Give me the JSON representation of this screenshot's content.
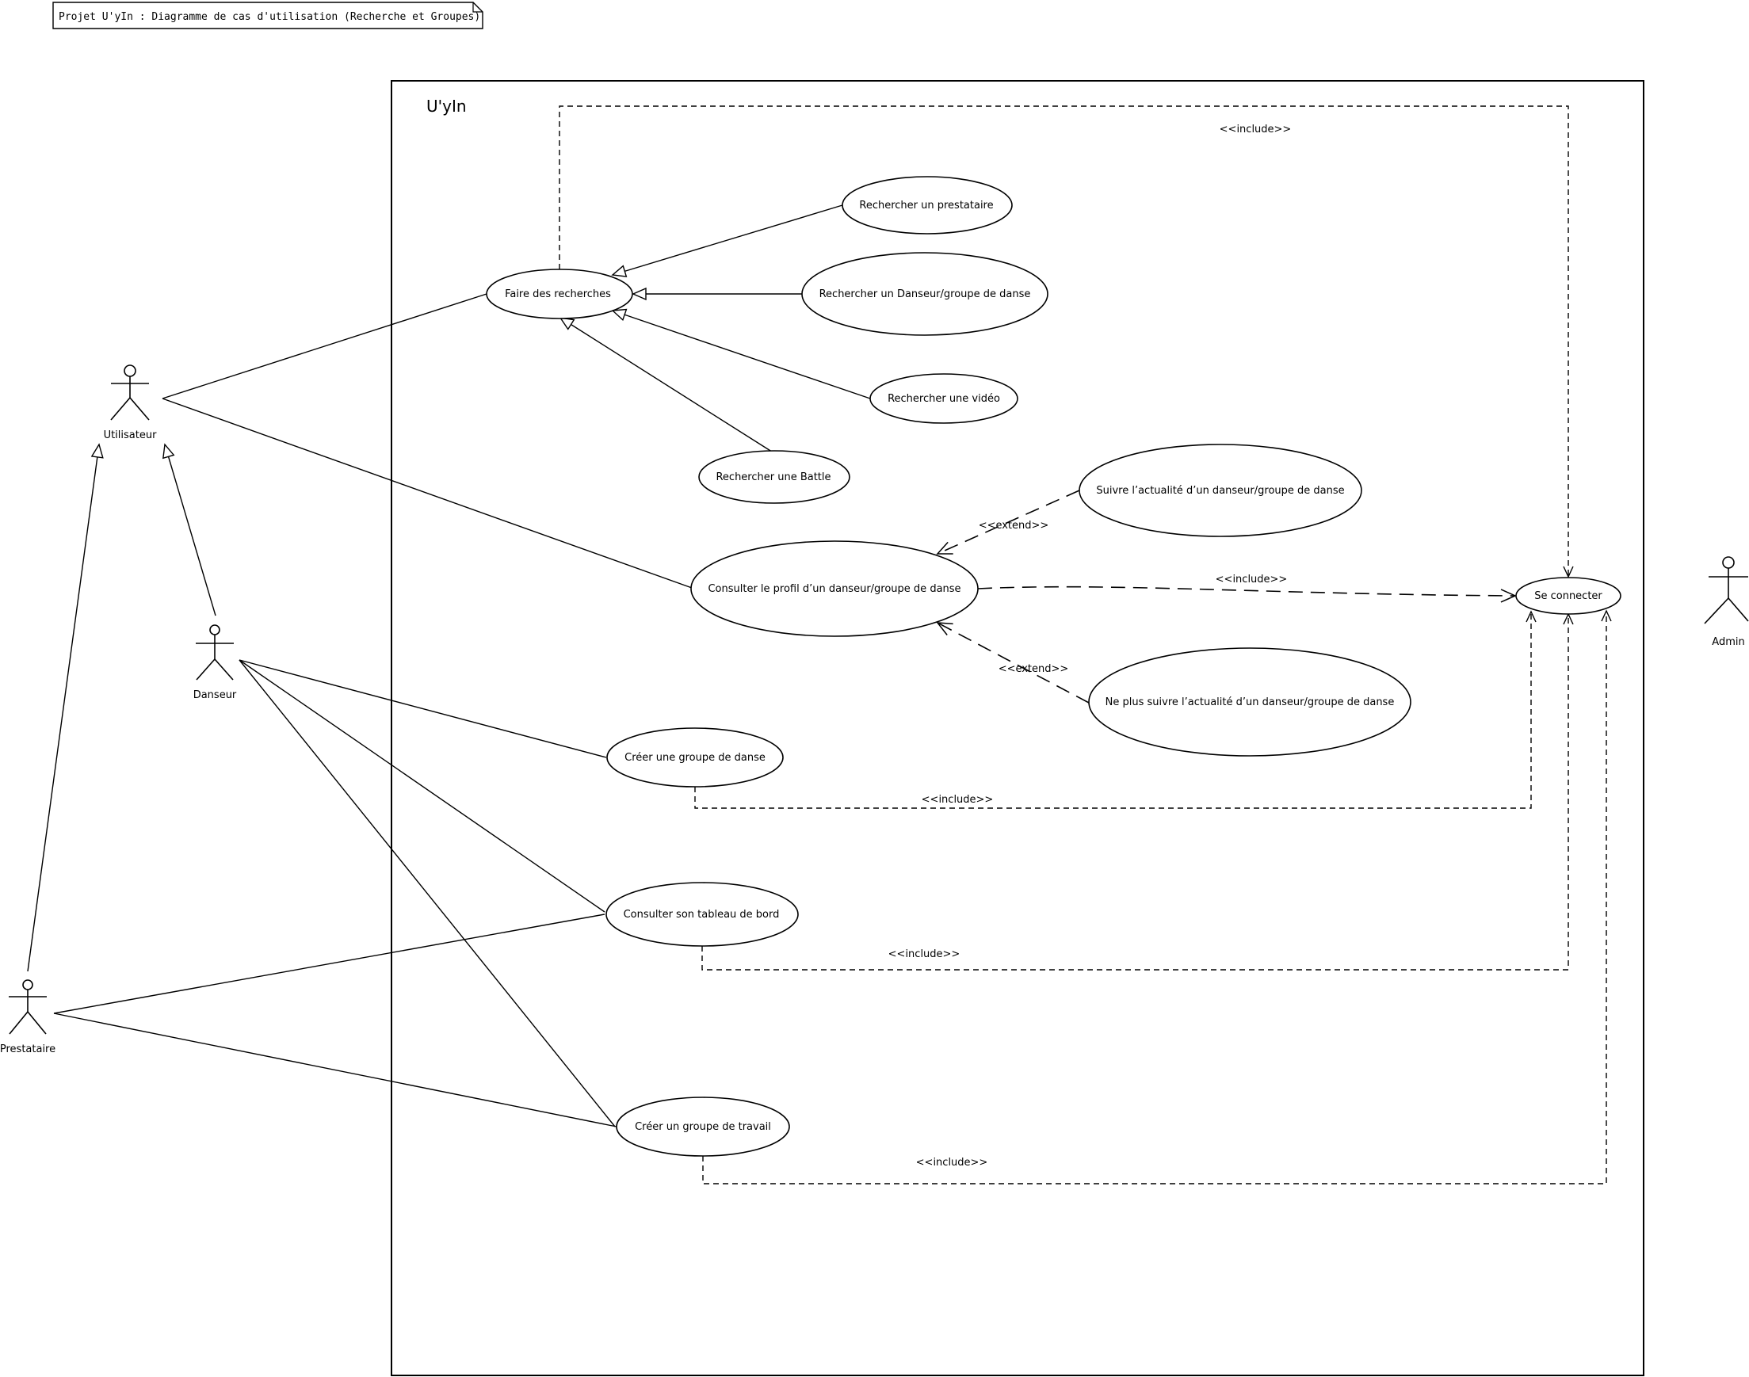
{
  "note": {
    "text": "Projet U'yIn : Diagramme de cas d'utilisation (Recherche et Groupes)"
  },
  "system": {
    "name": "U'yIn"
  },
  "actors": {
    "utilisateur": "Utilisateur",
    "danseur": "Danseur",
    "prestataire": "Prestataire",
    "admin": "Admin"
  },
  "use_cases": {
    "faire_recherches": "Faire des recherches",
    "rech_prestataire": "Rechercher un prestataire",
    "rech_danseur": "Rechercher un Danseur/groupe de danse",
    "rech_video": "Rechercher une vidéo",
    "rech_battle": "Rechercher une Battle",
    "suivre": "Suivre l’actualité d’un danseur/groupe de danse",
    "consulter_profil": "Consulter le profil d’un danseur/groupe de danse",
    "ne_plus_suivre": "Ne plus suivre l’actualité d’un danseur/groupe de danse",
    "se_connecter": "Se connecter",
    "creer_groupe_danse": "Créer une groupe de danse",
    "tableau_bord": "Consulter son tableau de bord",
    "creer_groupe_travail": "Créer un groupe de travail"
  },
  "stereotypes": {
    "include": "<<include>>",
    "extend": "<<extend>>"
  }
}
